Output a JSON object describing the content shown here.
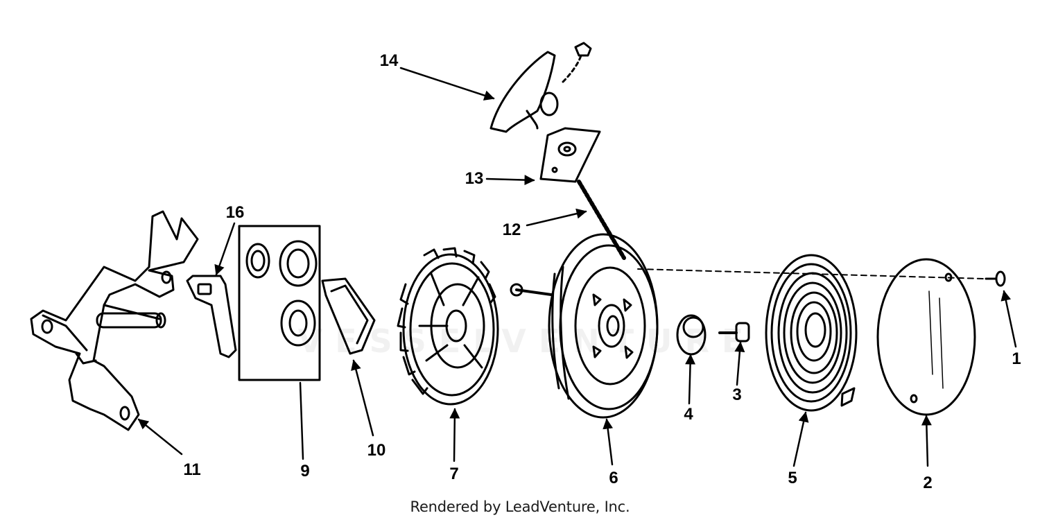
{
  "diagram": {
    "type": "exploded-parts-diagram",
    "watermark_text": "VESSELVENTURE",
    "credit": "Rendered by LeadVenture, Inc.",
    "callouts": [
      {
        "id": "1",
        "label": "1"
      },
      {
        "id": "2",
        "label": "2"
      },
      {
        "id": "3",
        "label": "3"
      },
      {
        "id": "4",
        "label": "4"
      },
      {
        "id": "5",
        "label": "5"
      },
      {
        "id": "6",
        "label": "6"
      },
      {
        "id": "7",
        "label": "7"
      },
      {
        "id": "9",
        "label": "9"
      },
      {
        "id": "10",
        "label": "10"
      },
      {
        "id": "11",
        "label": "11"
      },
      {
        "id": "12",
        "label": "12"
      },
      {
        "id": "13",
        "label": "13"
      },
      {
        "id": "14",
        "label": "14"
      },
      {
        "id": "16",
        "label": "16"
      }
    ],
    "colors": {
      "ink": "#000000",
      "paper": "#ffffff"
    }
  }
}
